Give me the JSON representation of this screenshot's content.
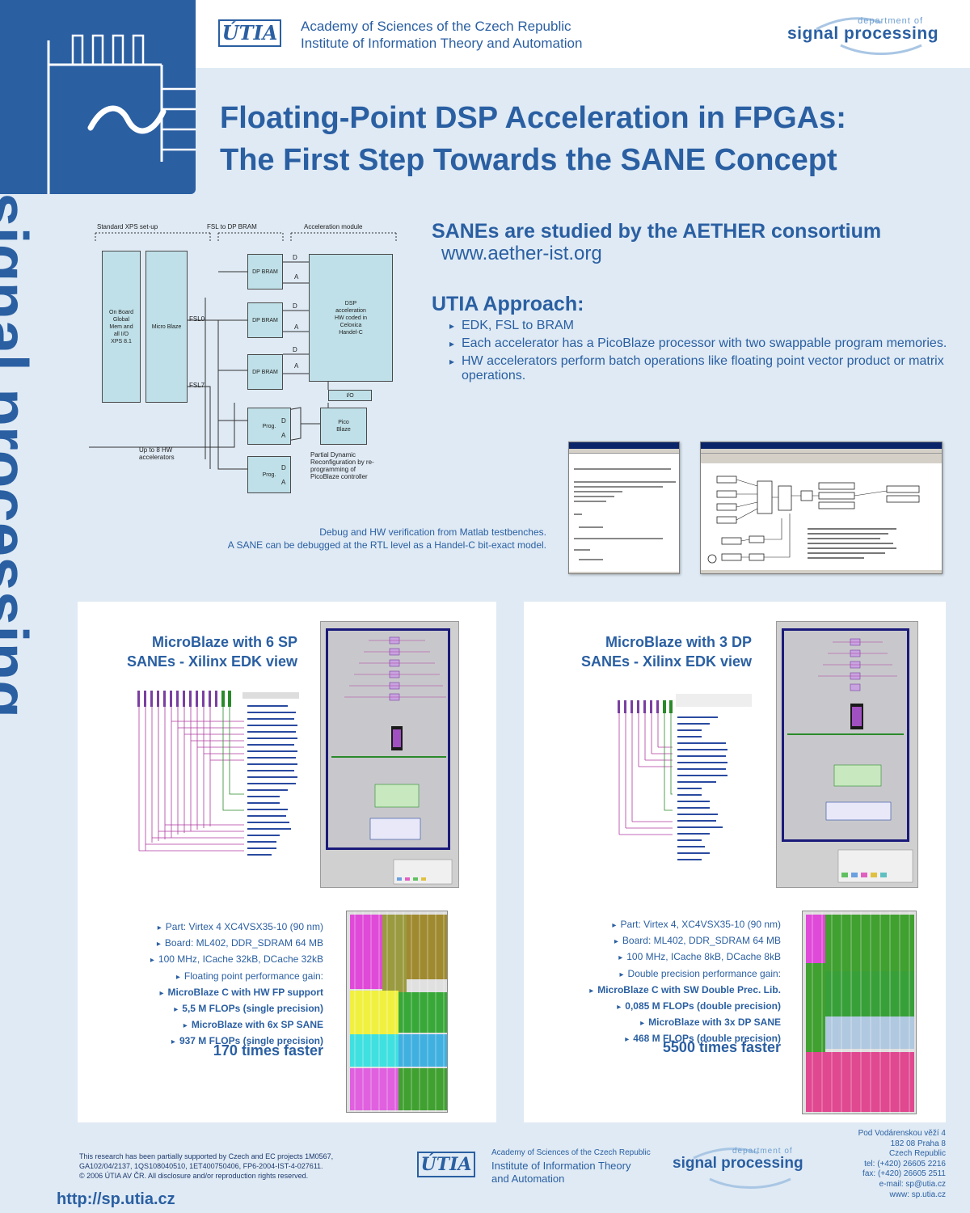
{
  "header": {
    "academy_line1": "Academy of Sciences of the Czech Republic",
    "academy_line2": "Institute of Information Theory and Automation",
    "utia_logo": "ÚTIA",
    "dsp_small": "department of",
    "dsp_big": "signal processing"
  },
  "side_text": "signal processing",
  "title": {
    "line1": "Floating-Point DSP Acceleration in FPGAs:",
    "line2": "The First Step Towards the SANE Concept"
  },
  "diagram": {
    "section_labels": [
      "Standard XPS set-up",
      "FSL to DP BRAM",
      "Acceleration module"
    ],
    "onboard": "On Board Global Mem and all I/O XPS 8.1",
    "microblaze": "Micro Blaze",
    "fsl0": "FSL0",
    "fsl7": "FSL7",
    "dp_bram": "DP BRAM",
    "dsp_box": "DSP acceleration HW coded in Celoxica Handel-C",
    "io": "I/O",
    "prog": "Prog.",
    "pico": "Pico Blaze",
    "d": "D",
    "a": "A",
    "up_to": "Up to 8 HW accelerators",
    "partial": "Partial Dynamic Reconfiguration by re-programming of PicoBlaze controller"
  },
  "aether": {
    "heading": "SANEs are studied by the AETHER consortium",
    "url": "www.aether-ist.org"
  },
  "approach": {
    "heading": "UTIA Approach:",
    "items": [
      "EDK, FSL to BRAM",
      "Each accelerator has a PicoBlaze processor with two swappable program memories.",
      "HW accelerators perform batch operations like floating point vector product or matrix operations."
    ]
  },
  "debug": {
    "line1": "Debug and HW verification from Matlab testbenches.",
    "line2": "A SANE can be debugged at the RTL level as a Handel-C  bit-exact model."
  },
  "panel_left": {
    "title_line1": "MicroBlaze with 6 SP",
    "title_line2": "SANEs - Xilinx EDK view",
    "stats": [
      "Part: Virtex 4 XC4VSX35-10  (90 nm)",
      "Board: ML402, DDR_SDRAM 64 MB",
      "100 MHz, ICache 32kB, DCache 32kB",
      "Floating point performance gain:",
      "MicroBlaze C with HW FP support",
      "5,5 M FLOPs (single precision)",
      "MicroBlaze with 6x SP SANE",
      "937 M FLOPs (single precision)"
    ],
    "faster": "170 times faster"
  },
  "panel_right": {
    "title_line1": "MicroBlaze with 3 DP",
    "title_line2": "SANEs - Xilinx EDK view",
    "stats": [
      "Part: Virtex 4, XC4VSX35-10  (90 nm)",
      "Board: ML402, DDR_SDRAM 64 MB",
      "100 MHz, ICache 8kB, DCache 8kB",
      "Double precision performance gain:",
      "MicroBlaze C with SW Double Prec. Lib.",
      "0,085 M FLOPs (double precision)",
      "MicroBlaze with 3x DP SANE",
      "468 M FLOPs (double precision)"
    ],
    "faster": "5500 times faster"
  },
  "footer": {
    "support_line1": "This research has been partially supported by Czech and EC projects 1M0567,",
    "support_line2": "GA102/04/2137, 1QS108040510, 1ET400750406, FP6-2004-IST-4-027611.",
    "support_line3": "© 2006 ÚTIA AV ČR. All disclosure and/or reproduction rights reserved.",
    "url": "http://sp.utia.cz",
    "utia_logo": "ÚTIA",
    "academy_line1": "Academy of Sciences of the Czech Republic",
    "academy_line2": "Institute of Information Theory",
    "academy_line3": "and Automation",
    "dsp_small": "department of",
    "dsp_big": "signal processing",
    "address": [
      "Pod Vodárenskou věží 4",
      "182 08  Praha 8",
      "Czech Republic",
      "tel:  (+420) 26605 2216",
      "fax:  (+420) 26605 2511",
      "e-mail:  sp@utia.cz",
      "www:  sp.utia.cz"
    ]
  },
  "colors": {
    "primary": "#2a5fa2",
    "background": "#dfeaf4",
    "panel": "#ffffff",
    "box_fill": "#bfe0e8"
  }
}
